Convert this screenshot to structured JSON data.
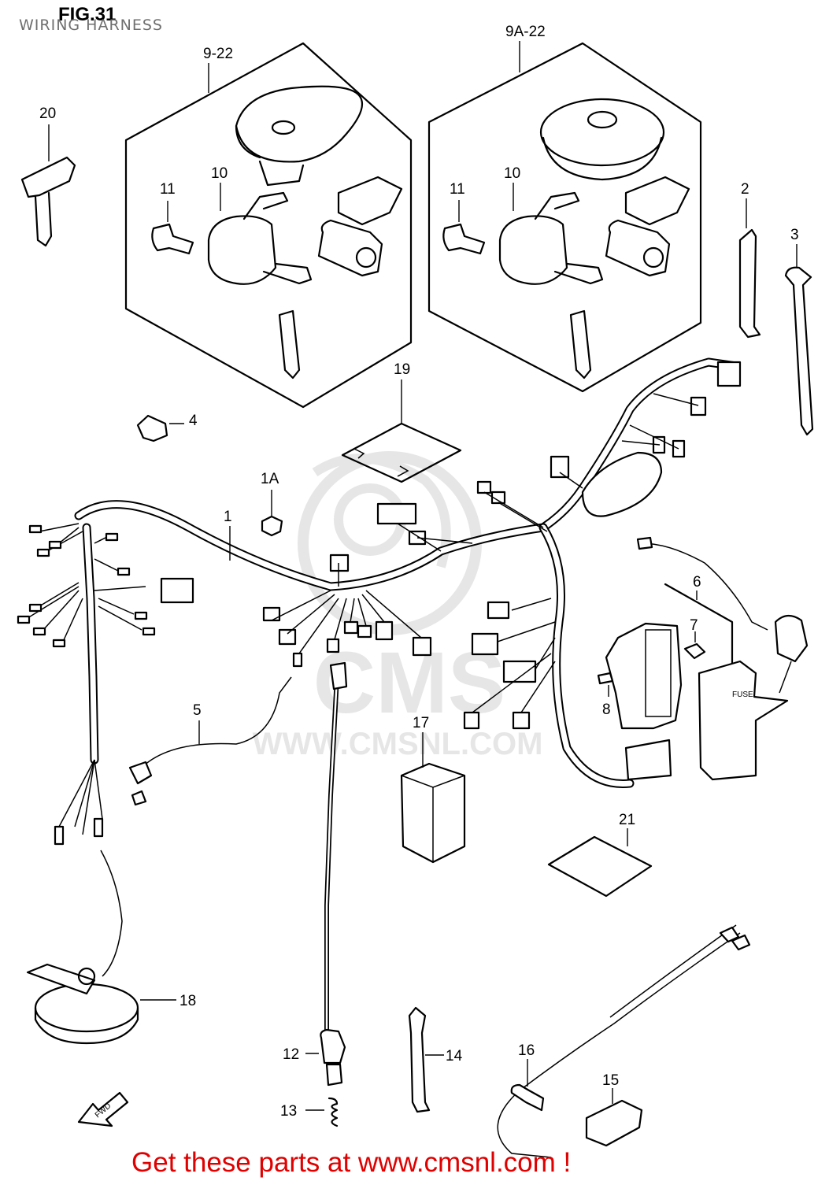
{
  "header": {
    "figure": "FIG.31",
    "title": "WIRING HARNESS"
  },
  "watermark": {
    "brand": "CMS",
    "url": "WWW.CMSNL.COM"
  },
  "assemblies": {
    "set_left": "9-22",
    "set_right": "9A-22"
  },
  "labels": {
    "p1": "1",
    "p1a": "1A",
    "p2": "2",
    "p3": "3",
    "p4": "4",
    "p5": "5",
    "p6": "6",
    "p7": "7",
    "p8": "8",
    "p10_left": "10",
    "p10_right": "10",
    "p11_left": "11",
    "p11_right": "11",
    "p12": "12",
    "p13": "13",
    "p14": "14",
    "p15": "15",
    "p16": "16",
    "p17": "17",
    "p18": "18",
    "p19": "19",
    "p20": "20",
    "p21": "21"
  },
  "fuse_box_text": "FUSE",
  "direction_arrow": "FWD",
  "footer": "Get these parts at www.cmsnl.com !",
  "colors": {
    "line": "#000000",
    "background": "#ffffff",
    "subtitle": "#6f6f6f",
    "watermark": "#e6e6e6",
    "footer": "#e00000"
  }
}
